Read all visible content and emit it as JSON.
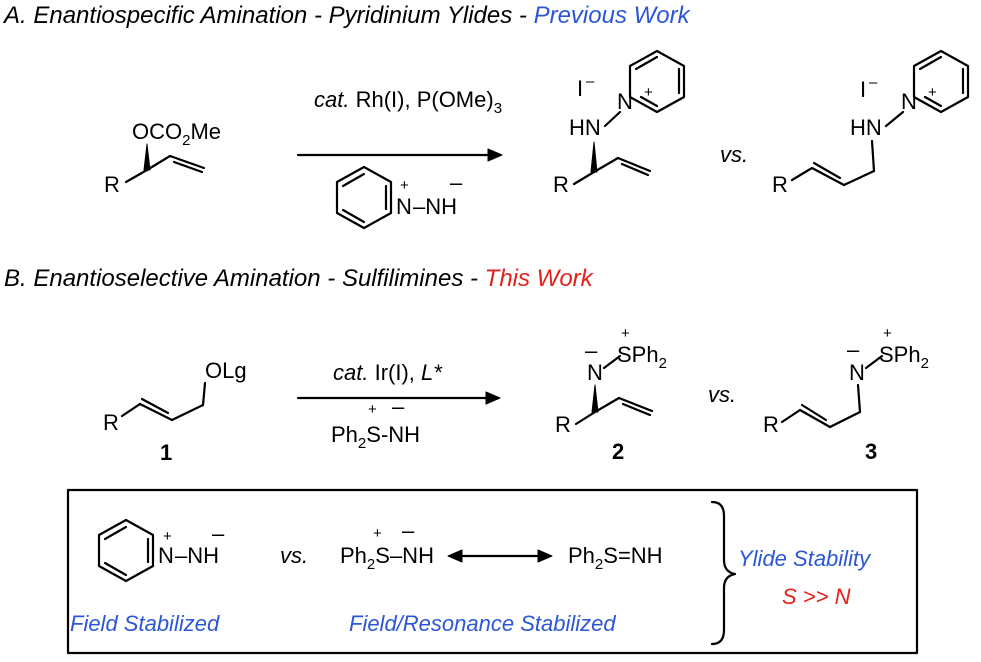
{
  "sectionA": {
    "label": "A. Enantiospecific Amination - Pyridinium Ylides - ",
    "tag": "Previous Work",
    "reagent_top_cat": "cat.",
    "reagent_top_rest": " Rh(I), P(OMe)",
    "reagent_top_sub": "3",
    "substrate_group_pre": "OCO",
    "substrate_group_sub": "2",
    "substrate_group_post": "Me",
    "substrate_R": "R",
    "ylide_N": "N",
    "ylide_NH": "–NH",
    "ylide_plus": "+",
    "ylide_minus": "–",
    "product_iodide": "I",
    "product_iodide_charge": "–",
    "product_HN": "HN",
    "product_N": "N",
    "product_plus": "+",
    "product_R": "R",
    "vs": "vs.",
    "alt_iodide": "I",
    "alt_iodide_charge": "–",
    "alt_HN": "HN",
    "alt_N": "N",
    "alt_plus": "+",
    "alt_R": "R"
  },
  "sectionB": {
    "label": "B. Enantioselective Amination - Sulfilimines - ",
    "tag": "This Work",
    "reagent_top_cat": "cat.",
    "reagent_top_rest": " Ir(I), ",
    "reagent_top_L": "L*",
    "reagent_bottom_pre": "Ph",
    "reagent_bottom_sub": "2",
    "reagent_bottom_post": "S-NH",
    "reagent_plus": "+",
    "reagent_minus": "–",
    "substrate_group": "OLg",
    "substrate_R": "R",
    "substrate_num": "1",
    "product_N": "N",
    "product_N_charge": "–",
    "product_S_pre": "SPh",
    "product_S_sub": "2",
    "product_S_charge": "+",
    "product_R": "R",
    "product_num": "2",
    "vs": "vs.",
    "alt_N": "N",
    "alt_N_charge": "–",
    "alt_S_pre": "SPh",
    "alt_S_sub": "2",
    "alt_S_charge": "+",
    "alt_R": "R",
    "alt_num": "3"
  },
  "box": {
    "pyr_N": "N",
    "pyr_NH": "–NH",
    "pyr_plus": "+",
    "pyr_minus": "–",
    "vs": "vs.",
    "sulf_pre": "Ph",
    "sulf_sub": "2",
    "sulf_post": "S–NH",
    "sulf_plus": "+",
    "sulf_minus": "–",
    "sulf2_pre": "Ph",
    "sulf2_sub": "2",
    "sulf2_post": "S=NH",
    "caption_left": "Field Stabilized",
    "caption_right": "Field/Resonance Stabilized",
    "stability_title": "Ylide Stability",
    "stability_value": "S >> N"
  },
  "colors": {
    "blue": "#2b57d6",
    "red": "#e3201b"
  }
}
